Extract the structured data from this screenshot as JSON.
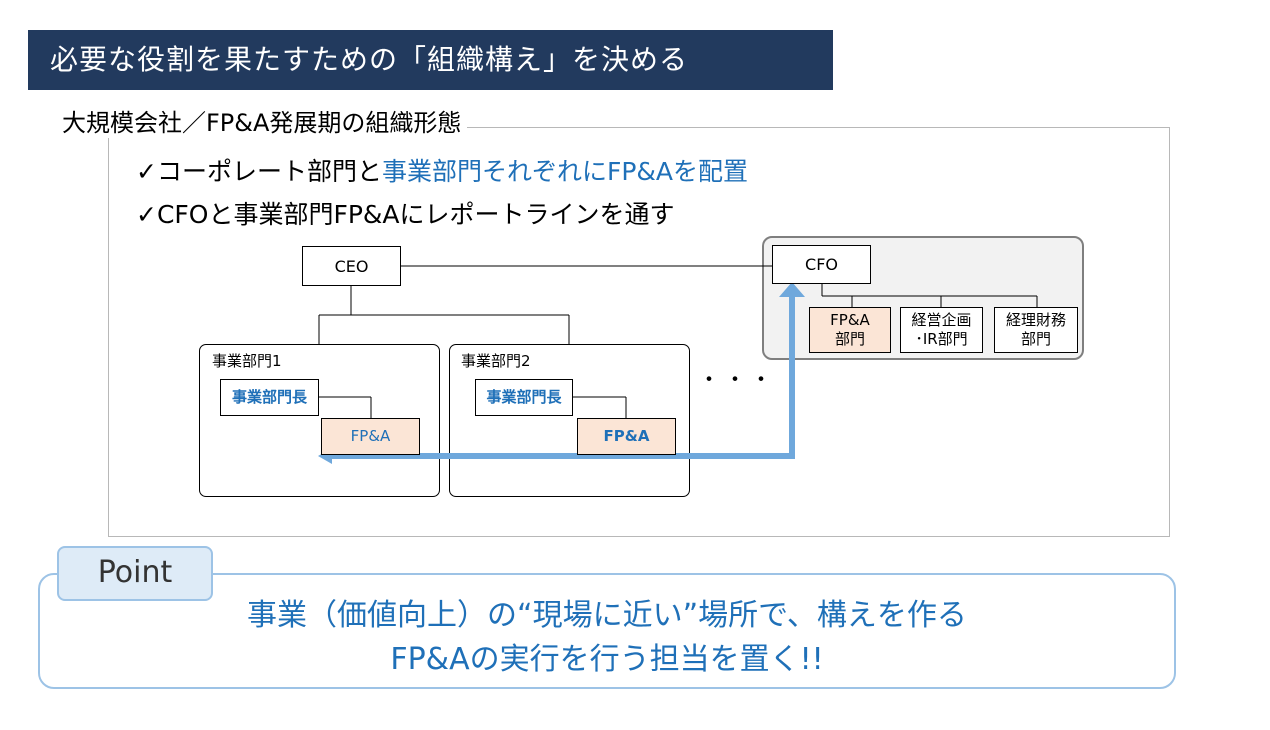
{
  "title": "必要な役割を果たすための「組織構え」を決める",
  "section_title": "大規模会社／FP&A発展期の組織形態",
  "bullets": [
    {
      "prefix": "✓コーポレート部門と",
      "highlight": "事業部門それぞれにFP&Aを配置"
    },
    {
      "text": "✓CFOと事業部門FP&Aにレポートラインを通す"
    }
  ],
  "org": {
    "ceo": "CEO",
    "cfo": "CFO",
    "cfo_units": [
      {
        "line1": "FP&A",
        "line2": "部門"
      },
      {
        "line1": "経営企画",
        "line2": "･IR部門"
      },
      {
        "line1": "経理財務",
        "line2": "部門"
      }
    ],
    "divisions": [
      {
        "name": "事業部門1",
        "head": "事業部門長",
        "fpa": "FP&A"
      },
      {
        "name": "事業部門2",
        "head": "事業部門長",
        "fpa": "FP&A"
      }
    ],
    "ellipsis": "・・・"
  },
  "point": {
    "tab": "Point",
    "line1": "事業（価値向上）の“現場に近い”場所で、構えを作る",
    "line2": "FP&Aの実行を行う担当を置く!!"
  },
  "colors": {
    "banner": "#223a5e",
    "accent_blue": "#1f70b8",
    "arrow_blue": "#6fa8dc",
    "peach": "#fbe5d6",
    "point_border": "#9dc3e6"
  }
}
